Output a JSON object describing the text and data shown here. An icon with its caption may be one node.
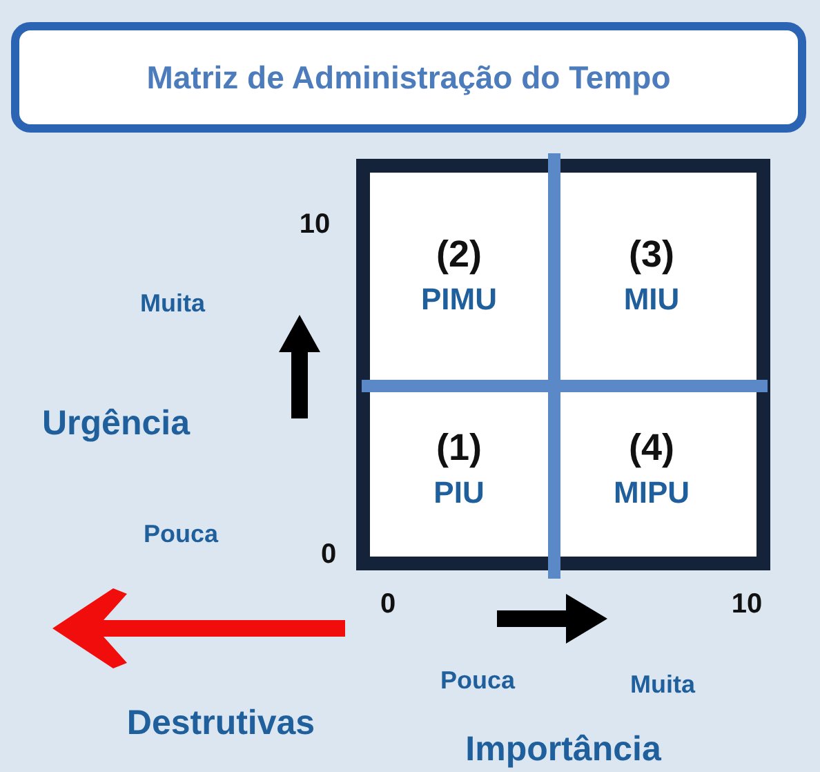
{
  "diagram": {
    "title": "Matriz de Administração do Tempo",
    "nodes": [
      {
        "text": [
          "(2)",
          "PIMU"
        ]
      },
      {
        "text": [
          "(3)",
          "MIU"
        ]
      },
      {
        "text": [
          "(1)",
          "PIU"
        ]
      },
      {
        "text": [
          "(4)",
          "MIPU"
        ]
      }
    ],
    "labels": [
      "10",
      "Muita",
      "Urgência",
      "Pouca",
      "0",
      "0",
      "10",
      "Pouca",
      "Muita",
      "Destrutivas",
      "Importância"
    ]
  }
}
